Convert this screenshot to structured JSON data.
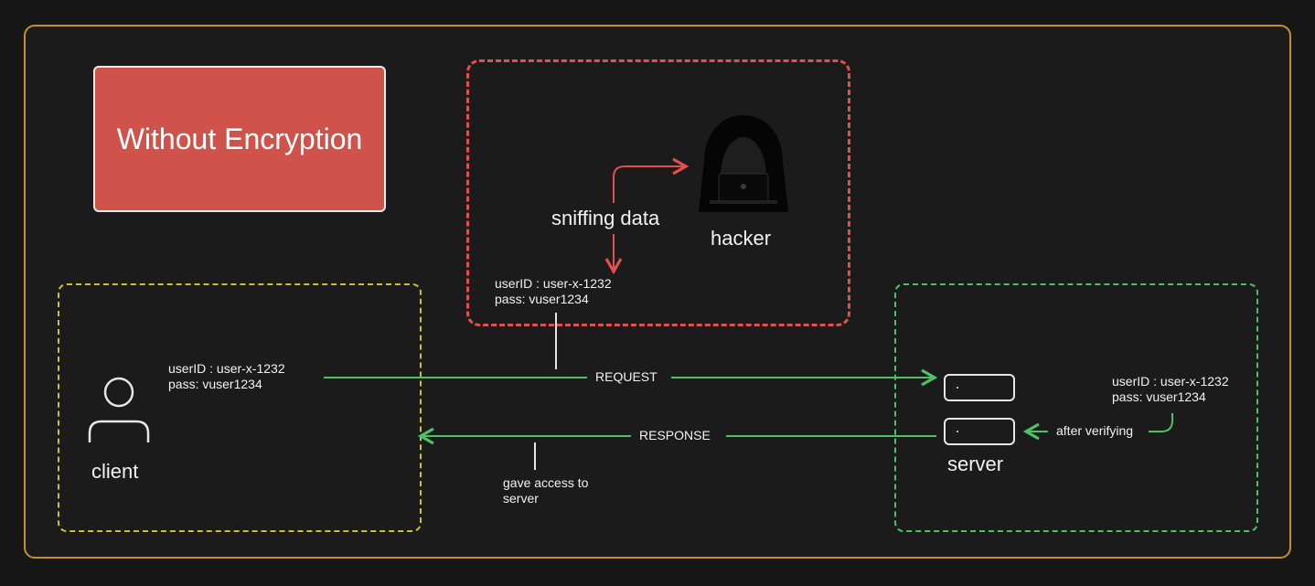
{
  "title": "Without Encryption",
  "hacker": {
    "label": "hacker",
    "sniffing_label": "sniffing data",
    "credentials": {
      "user_line": "userID : user-x-1232",
      "pass_line": "pass: vuser1234"
    }
  },
  "client": {
    "label": "client",
    "credentials": {
      "user_line": "userID : user-x-1232",
      "pass_line": "pass: vuser1234"
    }
  },
  "server": {
    "label": "server",
    "credentials": {
      "user_line": "userID : user-x-1232",
      "pass_line": "pass: vuser1234"
    },
    "verify_label": "after verifying"
  },
  "flows": {
    "request_label": "REQUEST",
    "response_label": "RESPONSE",
    "access_note_line1": "gave access to",
    "access_note_line2": "server"
  },
  "colors": {
    "frame": "#c98d2a",
    "title_bg": "#cf534a",
    "hacker_zone": "#e2504c",
    "client_zone": "#c8c22c",
    "server_zone": "#4cc267",
    "flow_line": "#4cc267"
  },
  "icons": [
    "person-icon",
    "hacker-icon"
  ]
}
